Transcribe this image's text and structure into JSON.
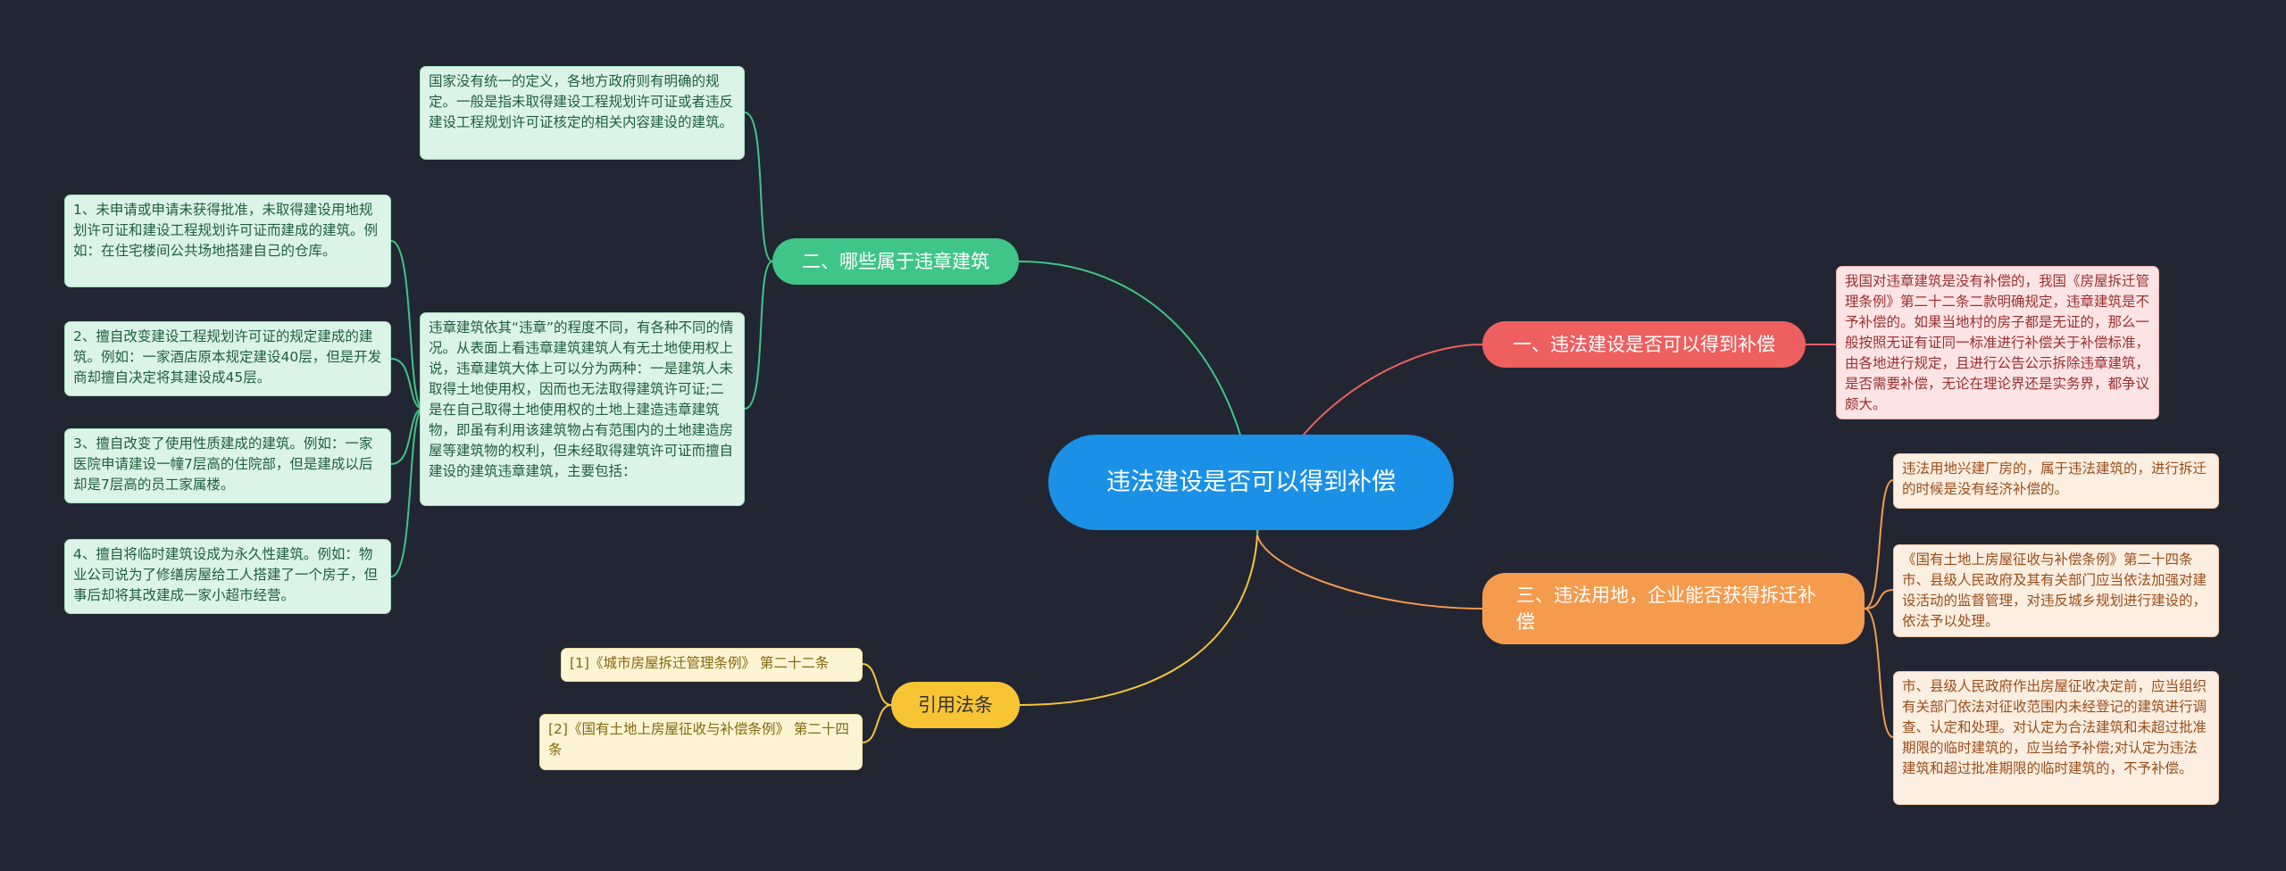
{
  "root": {
    "title": "违法建设是否可以得到补偿"
  },
  "branches": {
    "b1": {
      "title": "一、违法建设是否可以得到补偿",
      "leaves": [
        "我国对违章建筑是没有补偿的，我国《房屋拆迁管理条例》第二十二条二款明确规定，违章建筑是不予补偿的。如果当地村的房子都是无证的，那么一般按照无证有证同一标准进行补偿关于补偿标准，由各地进行规定，且进行公告公示拆除违章建筑，是否需要补偿，无论在理论界还是实务界，都争议颇大。"
      ]
    },
    "b2": {
      "title": "二、哪些属于违章建筑",
      "leaves": [
        "国家没有统一的定义，各地方政府则有明确的规定。一般是指未取得建设工程规划许可证或者违反建设工程规划许可证核定的相关内容建设的建筑。",
        "违章建筑依其“违章”的程度不同，有各种不同的情况。从表面上看违章建筑建筑人有无土地使用权上说，违章建筑大体上可以分为两种：一是建筑人未取得土地使用权，因而也无法取得建筑许可证;二是在自己取得土地使用权的土地上建造违章建筑物，即虽有利用该建筑物占有范围内的土地建造房屋等建筑物的权利，但未经取得建筑许可证而擅自建设的建筑违章建筑，主要包括："
      ],
      "subleaves": [
        "1、未申请或申请未获得批准，未取得建设用地规划许可证和建设工程规划许可证而建成的建筑。例如：在住宅楼间公共场地搭建自己的仓库。",
        "2、擅自改变建设工程规划许可证的规定建成的建筑。例如：一家酒店原本规定建设40层，但是开发商却擅自决定将其建设成45层。",
        "3、擅自改变了使用性质建成的建筑。例如：一家医院申请建设一幢7层高的住院部，但是建成以后却是7层高的员工家属楼。",
        "4、擅自将临时建筑设成为永久性建筑。例如：物业公司说为了修缮房屋给工人搭建了一个房子，但事后却将其改建成一家小超市经营。"
      ]
    },
    "b3": {
      "title": "三、违法用地，企业能否获得拆迁补偿",
      "leaves": [
        "违法用地兴建厂房的，属于违法建筑的，进行拆迁的时候是没有经济补偿的。",
        "《国有土地上房屋征收与补偿条例》第二十四条市、县级人民政府及其有关部门应当依法加强对建设活动的监督管理，对违反城乡规划进行建设的，依法予以处理。",
        "市、县级人民政府作出房屋征收决定前，应当组织有关部门依法对征收范围内未经登记的建筑进行调查、认定和处理。对认定为合法建筑和未超过批准期限的临时建筑的，应当给予补偿;对认定为违法建筑和超过批准期限的临时建筑的，不予补偿。"
      ]
    },
    "b4": {
      "title": "引用法条",
      "leaves": [
        "[1]《城市房屋拆迁管理条例》 第二十二条",
        "[2]《国有土地上房屋征收与补偿条例》 第二十四条"
      ]
    }
  },
  "colors": {
    "background": "#222633",
    "root": "#1a90e6",
    "red": "#ee5f5f",
    "orange": "#f59b4e",
    "green": "#3fc587",
    "yellow": "#f7c534"
  }
}
